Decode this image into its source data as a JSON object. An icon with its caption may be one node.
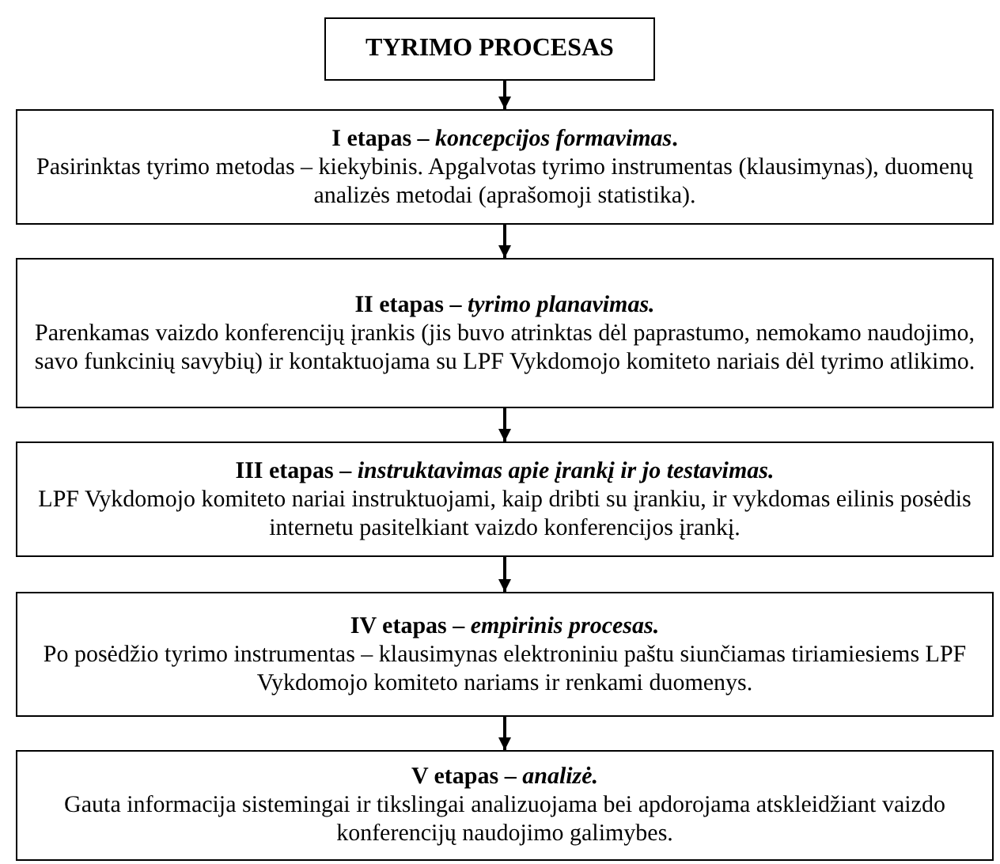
{
  "diagram": {
    "nodes": [
      {
        "text": [
          "TYRIMO PROCESAS"
        ]
      },
      {
        "text": [
          "I etapas – *koncepcijos formavimas*.",
          "Pasirinktas tyrimo metodas – kiekybinis. Apgalvotas tyrimo instrumentas (klausimynas), duomenų analizės metodai (aprašomoji statistika)."
        ]
      },
      {
        "text": [
          "II etapas – *tyrimo planavimas.*",
          "Parenkamas vaizdo konferencijų įrankis (jis buvo atrinktas dėl paprastumo, nemokamo naudojimo, savo funkcinių savybių) ir kontaktuojama su LPF Vykdomojo komiteto nariais dėl tyrimo atlikimo."
        ]
      },
      {
        "text": [
          "III etapas – *instruktavimas apie įrankį ir jo testavimas.*",
          "LPF Vykdomojo komiteto nariai instruktuojami, kaip dribti su įrankiu, ir vykdomas eilinis posėdis internetu pasitelkiant vaizdo konferencijos įrankį."
        ]
      },
      {
        "text": [
          "IV etapas – *empirinis procesas.*",
          "Po posėdžio tyrimo instrumentas – klausimynas elektroniniu paštu siunčiamas tiriamiesiems LPF Vykdomojo komiteto nariams ir renkami duomenys."
        ]
      },
      {
        "text": [
          "V etapas – *analizė.*",
          "Gauta informacija sistemingai ir tikslingai analizuojama bei apdorojama atskleidžiant vaizdo konferencijų naudojimo galimybes."
        ]
      }
    ],
    "edges": [
      {
        "from": 0,
        "to": 1,
        "arrow": "to"
      },
      {
        "from": 1,
        "to": 2,
        "arrow": "to"
      },
      {
        "from": 2,
        "to": 3,
        "arrow": "to"
      },
      {
        "from": 3,
        "to": 4,
        "arrow": "to"
      },
      {
        "from": 4,
        "to": 5,
        "arrow": "to"
      }
    ]
  }
}
